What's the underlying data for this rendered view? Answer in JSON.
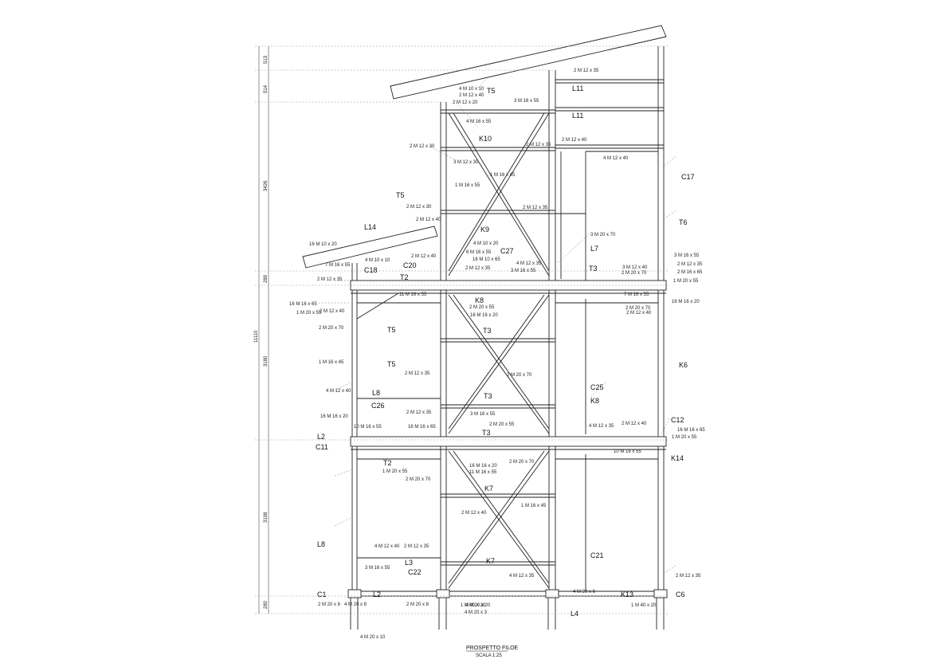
{
  "title": "PROSPETTO FILOE",
  "scale": "SCALA 1:25",
  "dimensions": {
    "total": "11110",
    "segments": [
      "513",
      "514",
      "3426",
      "289",
      "3180",
      "3198",
      "280"
    ]
  },
  "members": [
    "T5",
    "L11",
    "L11",
    "K10",
    "T5",
    "C17",
    "T6",
    "L14",
    "K9",
    "C27",
    "L7",
    "C20",
    "C18",
    "T3",
    "T2",
    "K8",
    "T5",
    "T3",
    "T5",
    "K6",
    "C25",
    "L8",
    "T3",
    "C26",
    "K8",
    "C12",
    "L2",
    "T3",
    "C11",
    "K14",
    "T2",
    "K7",
    "L8",
    "C21",
    "L3",
    "C22",
    "K7",
    "C1",
    "L2",
    "L4",
    "K13",
    "C6"
  ],
  "bolts": [
    "4 M 10 x 10",
    "2 M 12 x 40",
    "2 M 12 x 20",
    "3 M 16 x 55",
    "4 M 16 x 55",
    "2 M 12 x 30",
    "2 M 12 x 35",
    "2 M 12 x 40",
    "4 M 12 x 40",
    "2 M 12 x 35",
    "3 M 12 x 30",
    "1 M 16 x 45",
    "1 M 16 x 55",
    "2 M 12 x 30",
    "2 M 12 x 40",
    "2 M 12 x 35",
    "3 M 20 x 70",
    "16 M 10 x 20",
    "7 M 16 x 55",
    "4 M 10 x 10",
    "2 M 12 x 40",
    "4 M 10 x 20",
    "6 M 16 x 55",
    "16 M 10 x 65",
    "4 M 12 x 35",
    "3 M 16 x 55",
    "3 M 12 x 40",
    "2 M 20 x 70",
    "2 M 12 x 35",
    "1 M 20 x 55",
    "3 M 16 x 55",
    "2 M 12 x 35",
    "2 M 16 x 65",
    "2 M 12 x 35",
    "16 M 16 x 65",
    "1 M 20 x 55",
    "11 M 16 x 55",
    "7 M 16 x 55",
    "2 M 20 x 70",
    "2 M 12 x 40",
    "16 M 16 x 20",
    "2 M 20 x 55",
    "16 M 16 x 20",
    "2 M 12 x 40",
    "2 M 20 x 70",
    "1 M 16 x 45",
    "2 M 12 x 35",
    "4 M 12 x 40",
    "3 M 16 x 55",
    "2 M 20 x 70",
    "10 M 16 x 55",
    "16 M 16 x 65",
    "16 M 16 x 20",
    "2 M 12 x 35",
    "2 M 12 x 40",
    "4 M 12 x 35",
    "2 M 20 x 55",
    "1 M 20 x 55",
    "16 M 16 x 65",
    "2 M 20 x 70",
    "16 M 16 x 20",
    "11 M 16 x 55",
    "10 M 16 x 55",
    "2 M 20 x 70",
    "1 M 20 x 55",
    "1 M 16 x 45",
    "2 M 12 x 40",
    "4 M 12 x 40",
    "2 M 12 x 35",
    "3 M 16 x 55",
    "4 M 12 x 35",
    "4 M 20 x 6",
    "4 M 20 x 20",
    "2 M 20 x 8",
    "1 M 40 x 20",
    "4 M 20 x 3",
    "4 M 20 x 10",
    "2 M 20 x 6",
    "4 M 20 x 8",
    "1 M 40 x 20",
    "2 M 12 x 35"
  ]
}
